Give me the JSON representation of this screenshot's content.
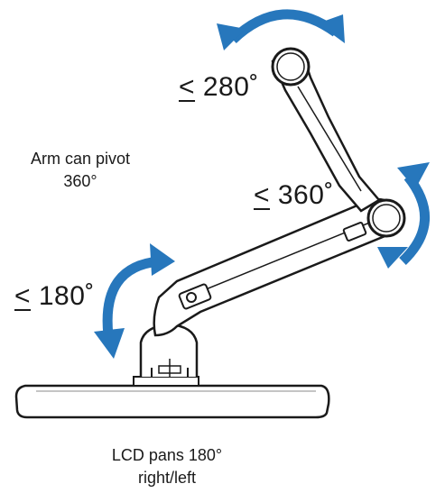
{
  "labels": {
    "top_angle_sign": "<",
    "top_angle_value": "280˚",
    "elbow_angle_sign": "<",
    "elbow_angle_value": "360˚",
    "base_angle_sign": "<",
    "base_angle_value": "180˚",
    "pivot_line1": "Arm can pivot",
    "pivot_line2": "360°",
    "pan_line1": "LCD pans 180°",
    "pan_line2": "right/left"
  },
  "colors": {
    "arrow": "#2777bc",
    "outline": "#1a1a1a",
    "fill": "#ffffff"
  }
}
